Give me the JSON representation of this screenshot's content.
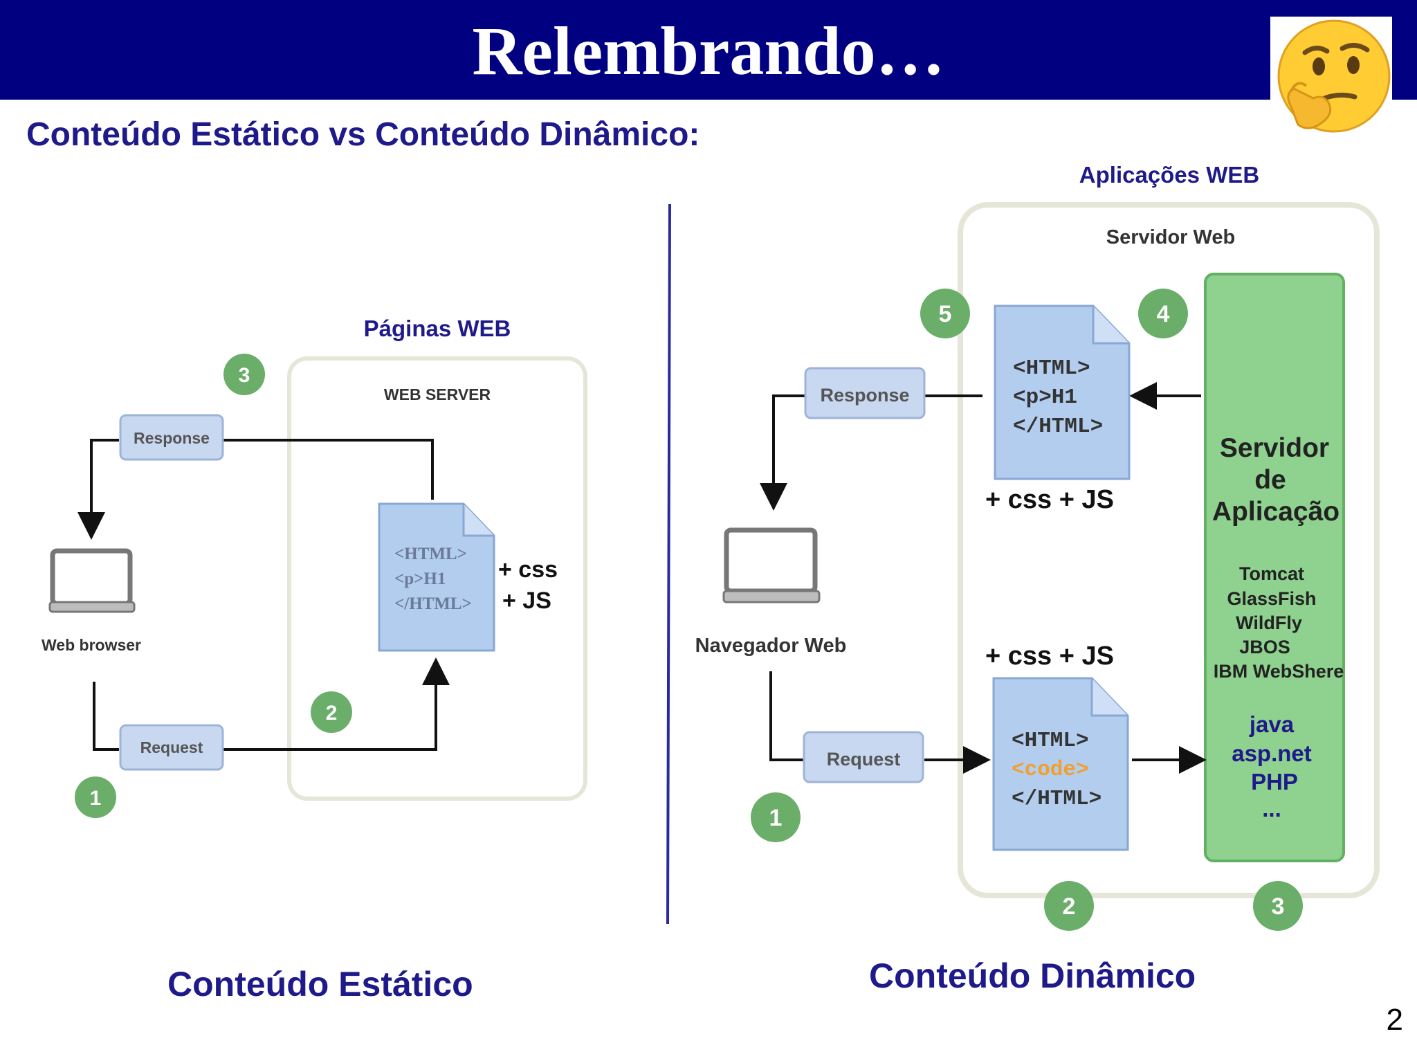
{
  "slide": {
    "title": "Relembrando…",
    "subtitle": "Conteúdo Estático vs Conteúdo Dinâmico:",
    "page_number": "2",
    "emoji_icon": "thinking-face-icon"
  },
  "static": {
    "section_label": "Páginas WEB",
    "server_label": "WEB SERVER",
    "response_label": "Response",
    "request_label": "Request",
    "browser_label": "Web browser",
    "doc_lines": [
      "<HTML>",
      "<p>H1",
      "</HTML>"
    ],
    "extras": [
      "+ css",
      "+ JS"
    ],
    "steps": [
      "1",
      "2",
      "3"
    ],
    "caption": "Conteúdo Estático"
  },
  "dynamic": {
    "section_label": "Aplicações WEB",
    "server_label": "Servidor Web",
    "response_label": "Response",
    "request_label": "Request",
    "browser_label": "Navegador Web",
    "doc_out_lines": [
      "<HTML>",
      "<p>H1",
      "</HTML>"
    ],
    "doc_in_lines": [
      "<HTML>",
      "<code>",
      "</HTML>"
    ],
    "extras_top": "+ css + JS",
    "extras_bottom": "+ css + JS",
    "app_server_title": [
      "Servidor",
      "de",
      "Aplicação"
    ],
    "app_servers": [
      "Tomcat",
      "GlassFish",
      "WildFly",
      "JBOS",
      "IBM WebShere"
    ],
    "languages": [
      "java",
      "asp.net",
      "PHP",
      "..."
    ],
    "steps": [
      "1",
      "2",
      "3",
      "4",
      "5"
    ],
    "caption": "Conteúdo Dinâmico"
  },
  "colors": {
    "title_bar": "#000080",
    "heading_text": "#1f1a8a",
    "step_circle": "#6aae6a",
    "doc_fill": "#b3cdee",
    "label_fill": "#c8d8f0",
    "app_server_fill": "#8fd18f",
    "code_highlight": "#f0a030",
    "divider": "#2a2aa0"
  }
}
